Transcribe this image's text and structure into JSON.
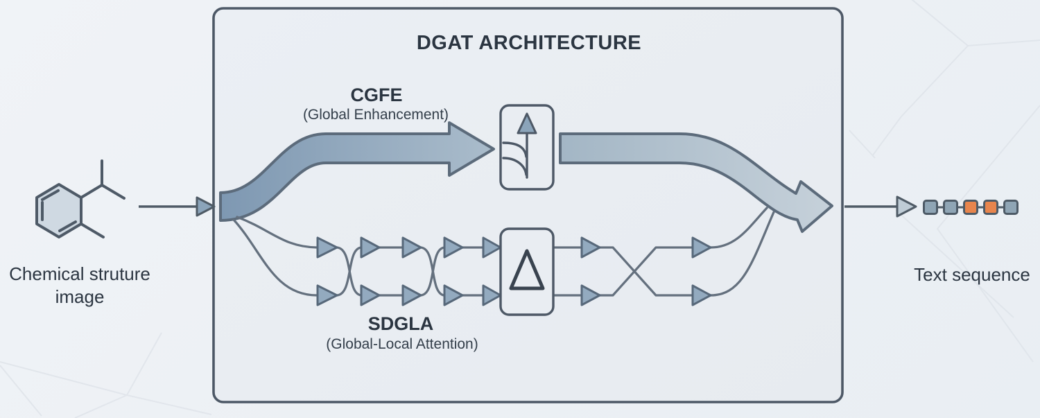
{
  "diagram": {
    "title": "DGAT ARCHITECTURE",
    "input": {
      "label_line1": "Chemical struture",
      "label_line2": "image",
      "icon": "benzene-structure-icon"
    },
    "architecture": {
      "cgfe": {
        "name": "CGFE",
        "subtitle": "(Global Enhancement)",
        "module_icon": "merge-up-arrow-icon"
      },
      "sdgla": {
        "name": "SDGLA",
        "subtitle": "(Global-Local Attention)",
        "module_icon": "delta-icon",
        "delta_symbol": "Δ"
      }
    },
    "output": {
      "label": "Text sequence",
      "icon": "token-sequence-icon",
      "tokens": [
        "#8fa5b5",
        "#8fa5b5",
        "#e8854d",
        "#e8854d",
        "#8fa5b5"
      ]
    },
    "colors": {
      "background": "#eef1f5",
      "panel_fill": "#e9edf2",
      "panel_border": "#4d5866",
      "band_dark": "#7e98b2",
      "band_light": "#c3ced8",
      "node_fill": "#93aabf",
      "line": "#64707e",
      "token_gray": "#8fa5b5",
      "token_orange": "#e8854d",
      "text": "#2b3541"
    }
  }
}
